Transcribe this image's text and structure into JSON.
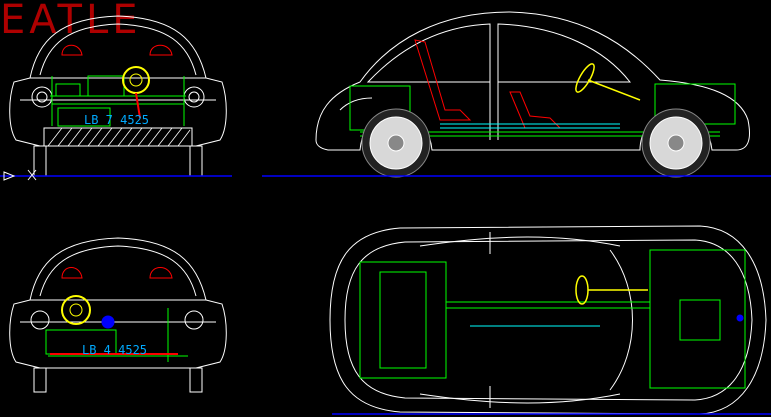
{
  "title": "EATLE",
  "plates": {
    "front": "LB 7 4525",
    "rear": "LB 4 4525"
  },
  "colors": {
    "background": "#000000",
    "body_line": "#ffffff",
    "mechanical": "#00ff00",
    "seats": "#ff0000",
    "steering": "#ffff00",
    "ground_line": "#0000ff",
    "plate_text": "#00aaff",
    "title": "#cc0000"
  }
}
